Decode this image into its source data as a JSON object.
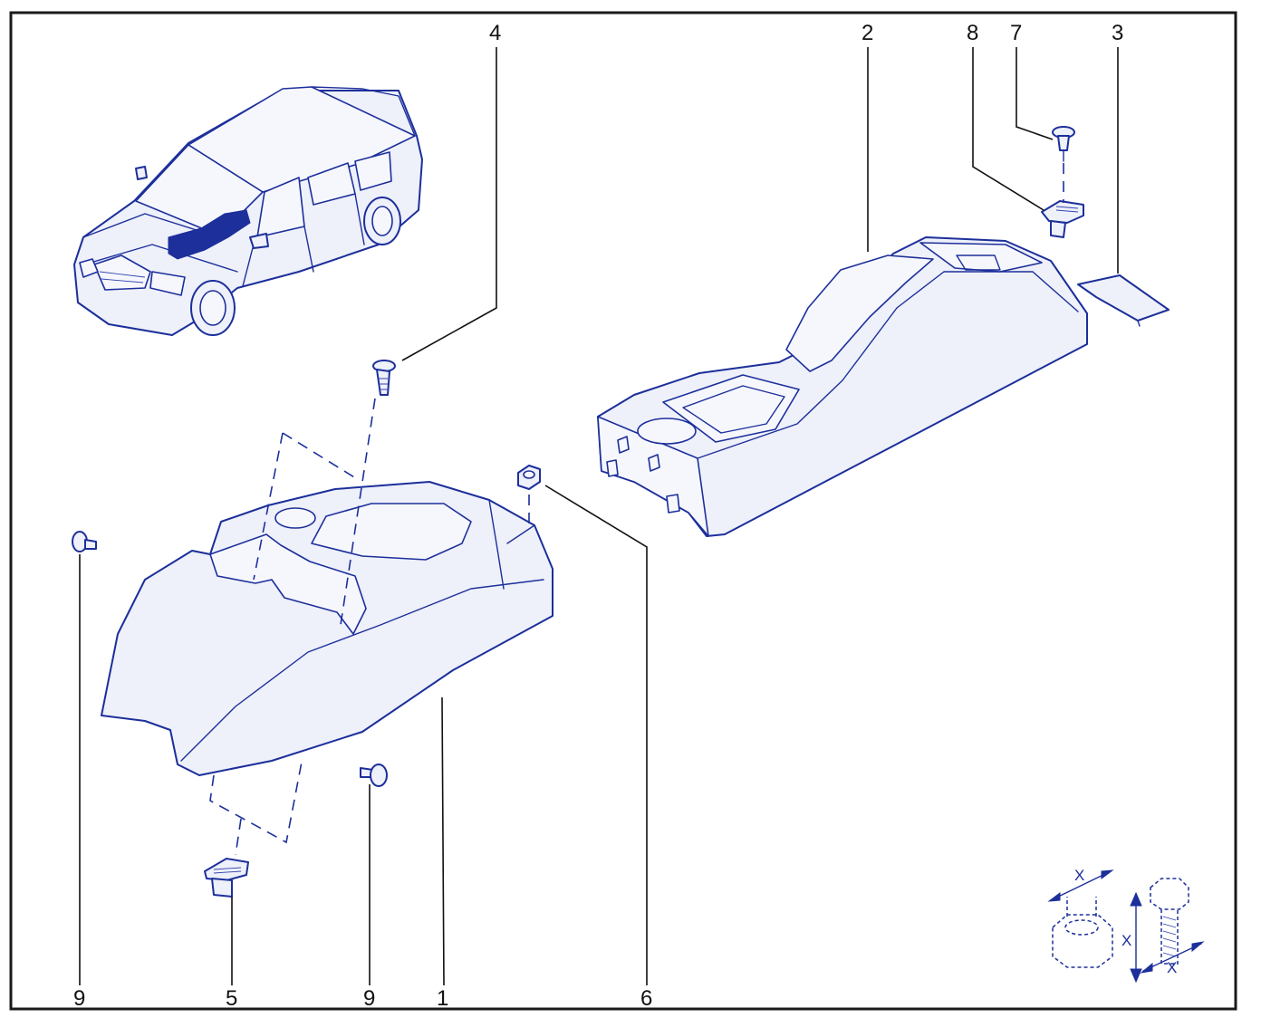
{
  "callouts": {
    "c1": "1",
    "c2": "2",
    "c3": "3",
    "c4": "4",
    "c5": "5",
    "c6": "6",
    "c7": "7",
    "c8": "8",
    "c9a": "9",
    "c9b": "9"
  },
  "torque_legend": {
    "x_nut": "X",
    "x_bolt_length": "X",
    "x_bolt_diameter": "X"
  },
  "colors": {
    "line_blue": "#1c2f9a",
    "frame": "#1a1a1a",
    "background": "#ffffff"
  }
}
